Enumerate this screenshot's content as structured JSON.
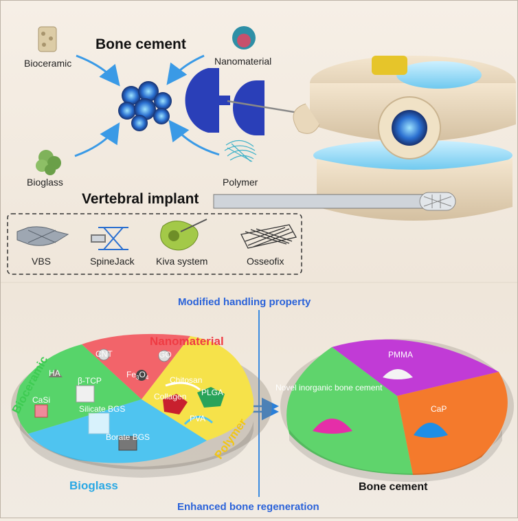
{
  "top": {
    "bone_cement_title": "Bone cement",
    "sources": {
      "bioceramic": "Bioceramic",
      "nanomaterial": "Nanomaterial",
      "bioglass": "Bioglass",
      "polymer": "Polymer"
    },
    "vertebral_implant_title": "Vertebral implant",
    "implants": [
      "VBS",
      "SpineJack",
      "Kiva system",
      "Osseofix"
    ]
  },
  "bottom": {
    "modified_handling": "Modified handling property",
    "enhanced_regeneration": "Enhanced bone regeneration",
    "left_disc": {
      "sectors": {
        "nanomaterial": "Nanomaterial",
        "bioceramic": "Bioceramic",
        "polymer": "Polymer",
        "bioglass": "Bioglass"
      },
      "items": {
        "cnt": "CNT",
        "go": "GO",
        "fe3o4_main": "Fe",
        "fe3o4_sub": "3",
        "fe3o4_o": "O",
        "fe3o4_sub2": "4",
        "ha": "HA",
        "btcp": "β-TCP",
        "casi": "CaSi",
        "chitosan": "Chitosan",
        "collagen": "Collagen",
        "plga": "PLGA",
        "pva": "PVA",
        "silicate_bgs": "Silicate BGS",
        "borate_bgs": "Borate BGS"
      }
    },
    "right_disc": {
      "title": "Bone cement",
      "pmma": "PMMA",
      "novel": "Novel inorganic bone cement",
      "cap": "CaP"
    }
  },
  "colors": {
    "nano_red": "#f2646a",
    "ceramic_green": "#57d46a",
    "polymer_yellow": "#f6e24a",
    "glass_blue": "#4fc4f0",
    "pmma_purple": "#c13bd6",
    "cap_orange": "#f47a2c",
    "novel_green": "#5fd46c",
    "arrow_blue": "#3a9ae6",
    "title_blue": "#2a62d9"
  }
}
